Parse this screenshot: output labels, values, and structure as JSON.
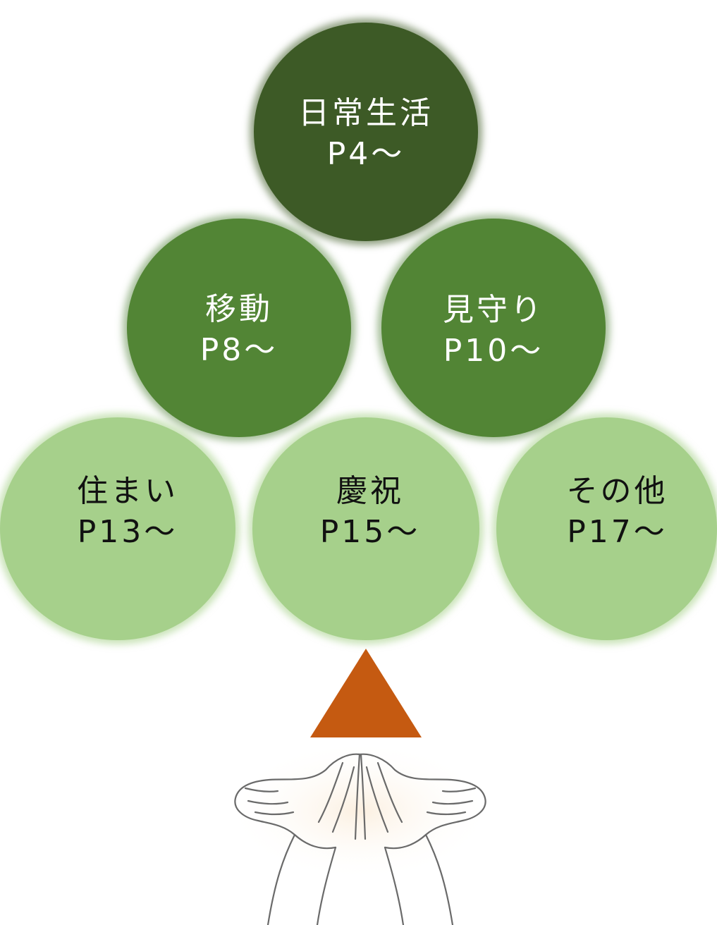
{
  "colors": {
    "dark": "#3d5a26",
    "mid": "#528535",
    "light": "#a6d08b",
    "text_on_dark": "#ffffff",
    "text_on_light": "#111111",
    "triangle": "#c55a11"
  },
  "categories": [
    {
      "title": "日常生活",
      "page": "P4〜"
    },
    {
      "title": "移動",
      "page": "P8〜"
    },
    {
      "title": "見守り",
      "page": "P10〜"
    },
    {
      "title": "住まい",
      "page": "P13〜"
    },
    {
      "title": "慶祝",
      "page": "P15〜"
    },
    {
      "title": "その他",
      "page": "P17〜"
    }
  ]
}
